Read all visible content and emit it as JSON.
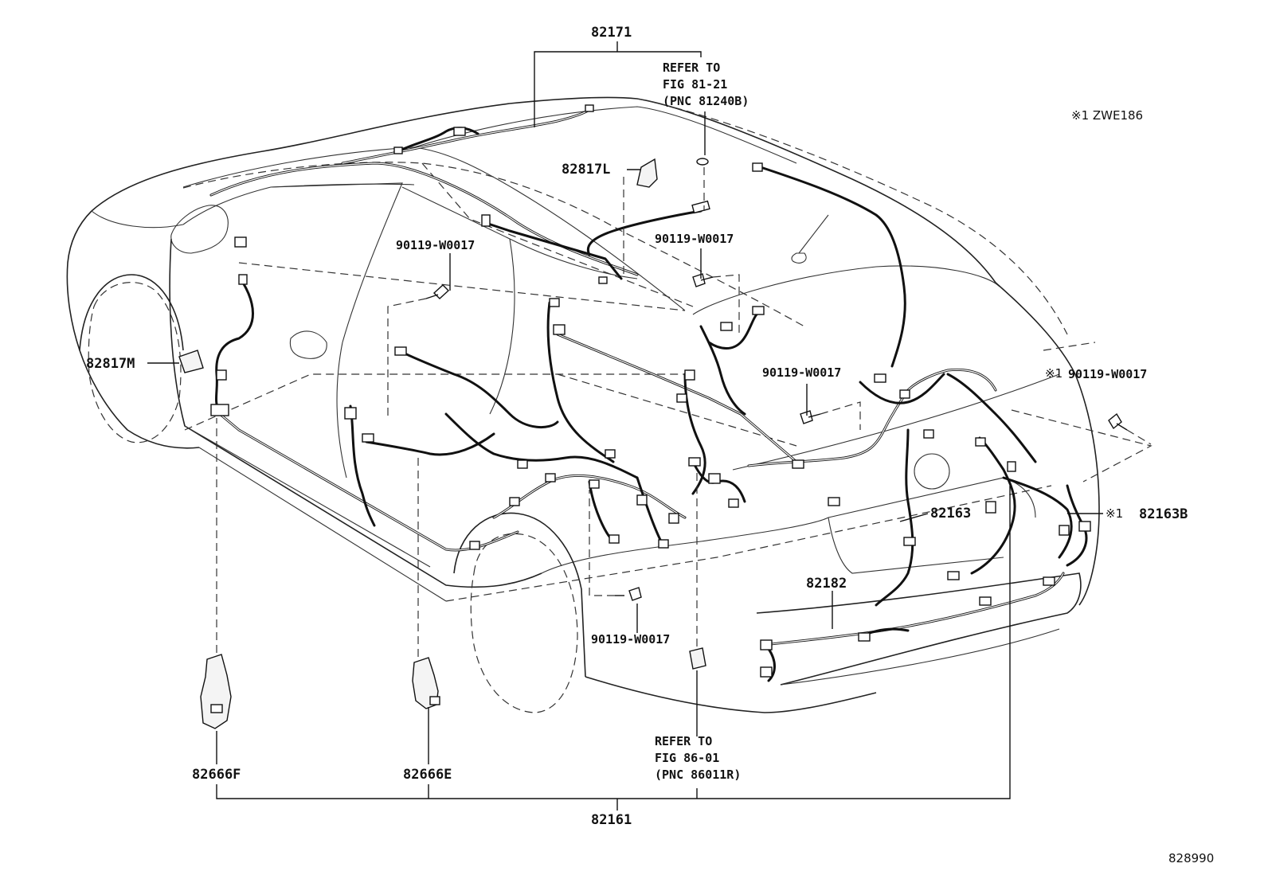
{
  "diagram": {
    "parts": {
      "p82171": "82171",
      "p82817L": "82817L",
      "p82817M": "82817M",
      "p82163": "82163",
      "p82163B": "82163B",
      "p82182": "82182",
      "p82666F": "82666F",
      "p82666E": "82666E",
      "p82161": "82161"
    },
    "bolts": {
      "b1": "90119-W0017",
      "b2": "90119-W0017",
      "b3": "90119-W0017",
      "b4": "90119-W0017",
      "b5": "90119-W0017"
    },
    "refs": {
      "top": {
        "line1": "REFER TO",
        "line2": "FIG 81-21",
        "line3": "(PNC 81240B)"
      },
      "bottom": {
        "line1": "REFER TO",
        "line2": "FIG 86-01",
        "line3": "(PNC 86011R)"
      }
    },
    "notes": {
      "applicability": "※1 ZWE186",
      "mark_bolt": "※1",
      "mark_82163B": "※1"
    },
    "figure_id": "828990"
  }
}
